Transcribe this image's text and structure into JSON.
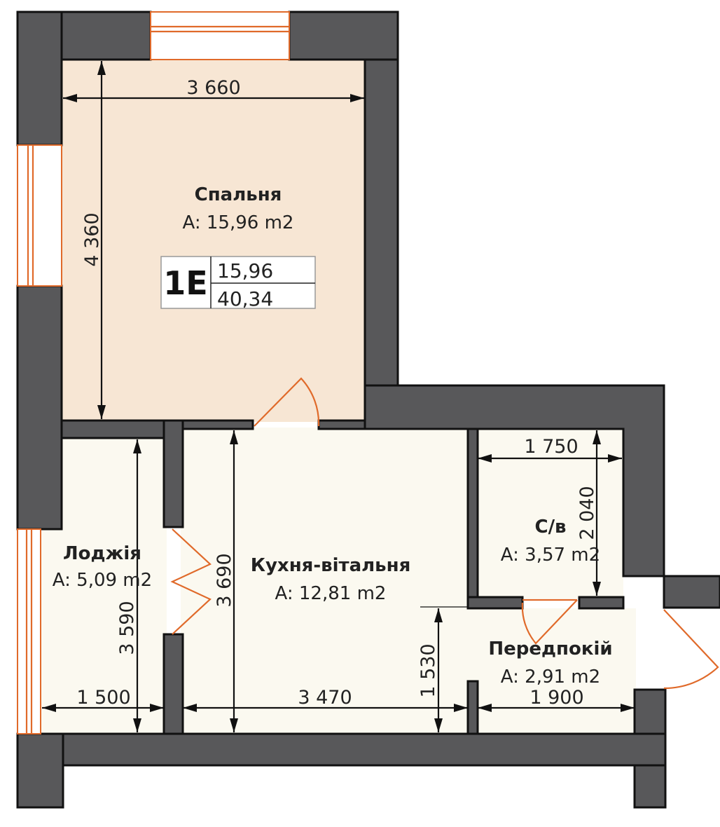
{
  "rooms": {
    "bedroom": {
      "name": "Спальня",
      "area": "A: 15,96 m2"
    },
    "loggia": {
      "name": "Лоджія",
      "area": "A: 5,09 m2"
    },
    "kitchen_living": {
      "name": "Кухня-вітальня",
      "area": "A: 12,81 m2"
    },
    "bathroom": {
      "name": "С/в",
      "area": "A: 3,57 m2"
    },
    "hallway": {
      "name": "Передпокій",
      "area": "A: 2,91 m2"
    }
  },
  "badge": {
    "code": "1E",
    "living_area": "15,96",
    "total_area": "40,34"
  },
  "dimensions": {
    "bedroom_width": "3 660",
    "bedroom_length": "4 360",
    "bathroom_width": "1 750",
    "bathroom_length": "2 040",
    "loggia_length": "3 590",
    "kitchen_length": "3 690",
    "hall_depth": "1 530",
    "loggia_width": "1 500",
    "kitchen_width": "3 470",
    "hallway_width": "1 900"
  },
  "colors": {
    "wall": "#58585a",
    "bedroom_floor": "#f7e6d4",
    "other_floor": "#fbf9f0",
    "window_door_lines": "#e06a2a"
  }
}
